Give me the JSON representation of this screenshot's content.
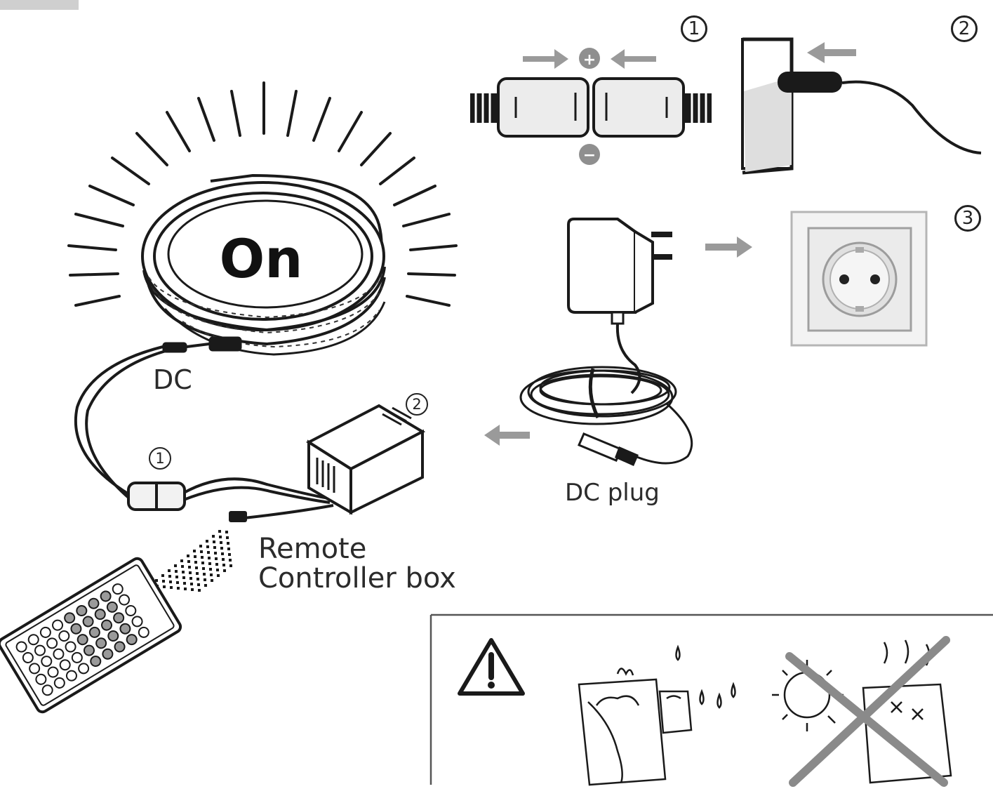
{
  "labels": {
    "on": "On",
    "dc": "DC",
    "dc_plug": "DC plug",
    "remote_line1": "Remote",
    "remote_line2": "Controller box"
  },
  "steps": {
    "top_1": "1",
    "top_2": "2",
    "top_3": "3",
    "left_1": "1",
    "left_2": "2"
  },
  "connector_signs": {
    "plus": "+",
    "minus": "−"
  },
  "colors": {
    "line": "#1a1a1a",
    "arrow": "#9a9a9a",
    "socket_frame": "#e4e4e4",
    "warning_cross": "#8a8a8a"
  },
  "icons": [
    "led-strip-coil-icon",
    "connector-icon",
    "wall-plug-icon",
    "power-adapter-icon",
    "wall-socket-icon",
    "controller-box-icon",
    "remote-control-icon",
    "warning-triangle-icon",
    "no-water-icon",
    "no-heat-icon"
  ]
}
